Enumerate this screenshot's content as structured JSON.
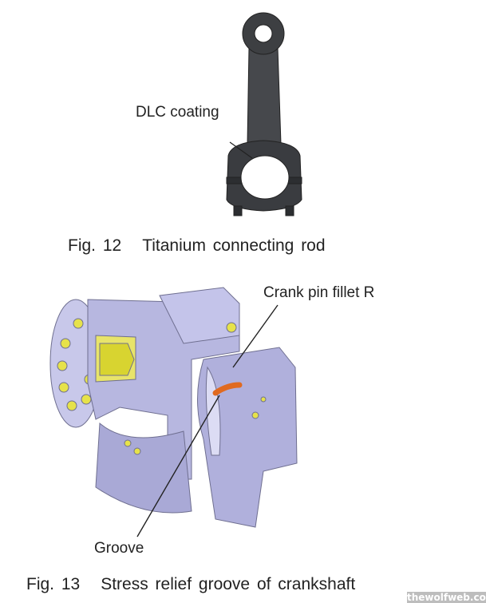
{
  "figure12": {
    "label": "Fig. 12",
    "title": "Titanium connecting rod",
    "callout": "DLC coating"
  },
  "figure13": {
    "label": "Fig. 13",
    "title": "Stress relief groove of crankshaft",
    "callout_top": "Crank pin fillet R",
    "callout_bottom": "Groove"
  },
  "watermark": "thewolfweb.com"
}
